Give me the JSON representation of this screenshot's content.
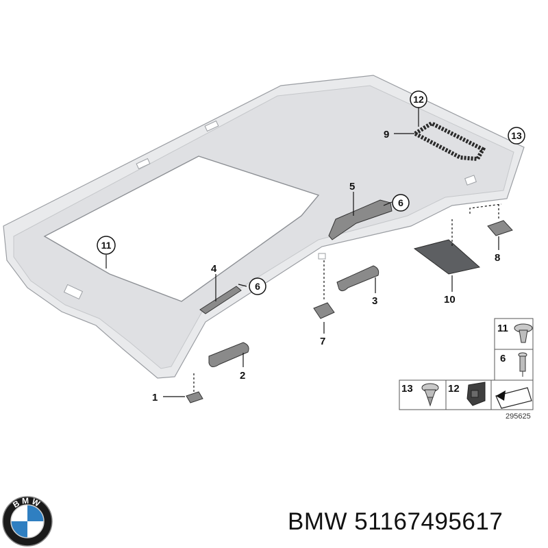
{
  "callouts": {
    "c1": "1",
    "c2": "2",
    "c3": "3",
    "c4": "4",
    "c5": "5",
    "c6a": "6",
    "c6b": "6",
    "c7": "7",
    "c8": "8",
    "c9": "9",
    "c10": "10",
    "c11": "11",
    "c12": "12",
    "c13": "13"
  },
  "legend": {
    "cell_11": "11",
    "cell_6": "6",
    "cell_13": "13",
    "cell_12": "12"
  },
  "diagram_ref": "295625",
  "brand": {
    "name": "BMW",
    "part_number": "51167495617",
    "caption": "BMW 51167495617",
    "logo_letters": "BMW",
    "logo_colors": {
      "ring": "#1a1a1a",
      "blue": "#2f7fc1",
      "white": "#ffffff"
    }
  }
}
